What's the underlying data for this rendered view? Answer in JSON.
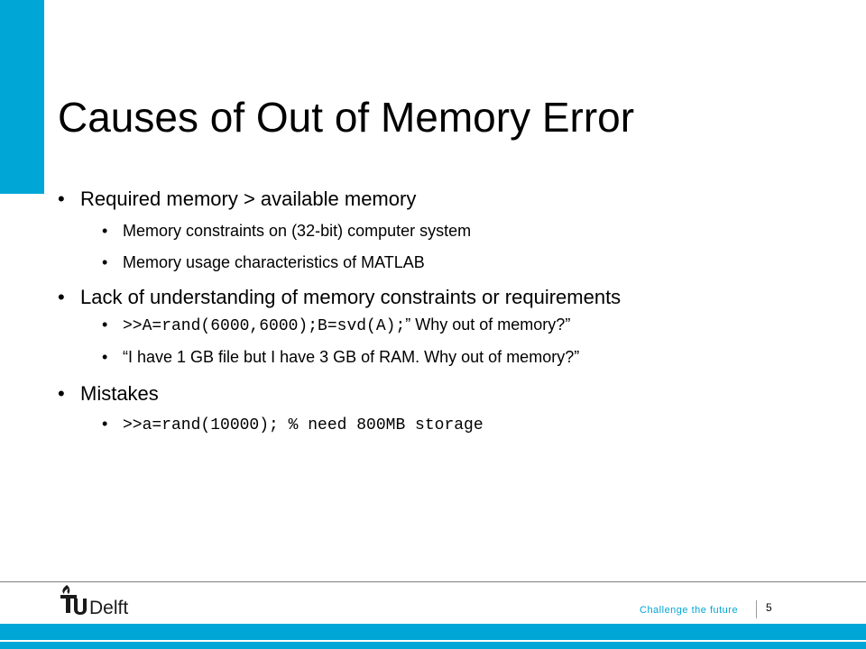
{
  "slide": {
    "title": "Causes of Out of Memory Error",
    "bullet_glyph": "•",
    "bullets": [
      {
        "text": "Required memory > available memory",
        "subs": [
          {
            "text": "Memory constraints on (32-bit) computer system"
          },
          {
            "text": "Memory usage characteristics of MATLAB"
          }
        ]
      },
      {
        "text": "Lack of understanding of memory constraints or requirements",
        "subs": [
          {
            "code": ">>A=rand(6000,6000);B=svd(A);",
            "text": "” Why out of memory?”"
          },
          {
            "text": "“I have 1 GB file but I have 3 GB of RAM. Why out of memory?”"
          }
        ]
      },
      {
        "text": "Mistakes",
        "subs": [
          {
            "code": ">>a=rand(10000); % need 800MB storage"
          }
        ]
      }
    ]
  },
  "footer": {
    "logo_text": "TUDelft",
    "tagline": "Challenge the future",
    "page_number": "5"
  },
  "colors": {
    "accent": "#00A6D6",
    "text": "#000000",
    "logo": "#1a1a1a"
  }
}
